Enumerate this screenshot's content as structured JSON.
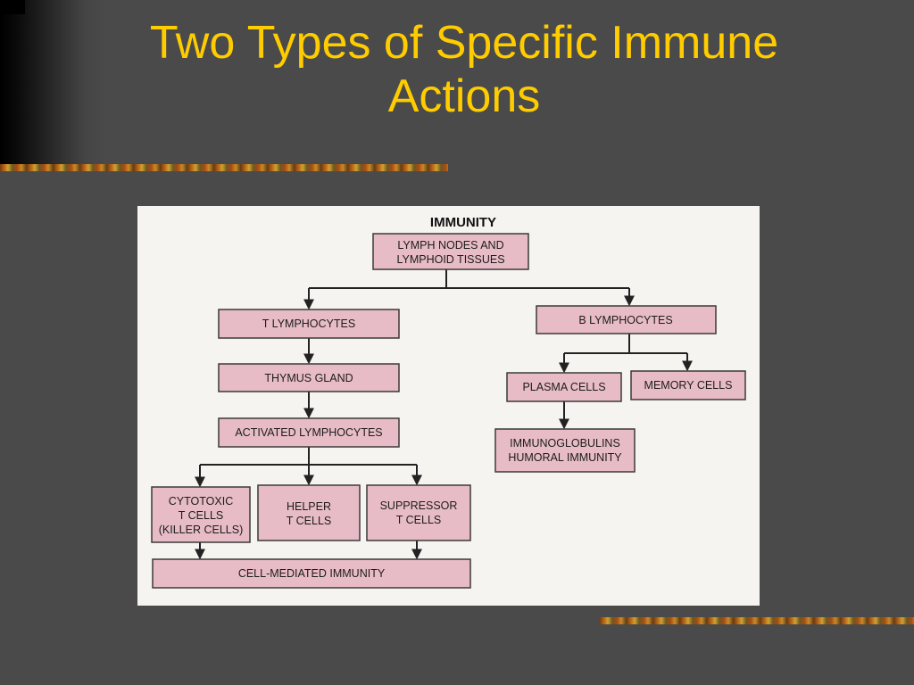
{
  "slide": {
    "title_line1": "Two Types of Specific Immune",
    "title_line2": "Actions"
  },
  "colors": {
    "background": "#4a4a4a",
    "title": "#ffcc00",
    "box_fill": "#e8bcc7",
    "figure_background": "#f6f4f1"
  },
  "diagram": {
    "heading": "IMMUNITY",
    "lymph_nodes": [
      "LYMPH NODES AND",
      "LYMPHOID TISSUES"
    ],
    "t_lymphocytes": "T LYMPHOCYTES",
    "b_lymphocytes": "B LYMPHOCYTES",
    "thymus_gland": "THYMUS GLAND",
    "plasma_cells": "PLASMA CELLS",
    "memory_cells": "MEMORY CELLS",
    "activated_lymphocytes": "ACTIVATED LYMPHOCYTES",
    "immunoglobulins": [
      "IMMUNOGLOBULINS",
      "HUMORAL IMMUNITY"
    ],
    "cytotoxic": [
      "CYTOTOXIC",
      "T CELLS",
      "(KILLER CELLS)"
    ],
    "helper": [
      "HELPER",
      "T CELLS"
    ],
    "suppressor": [
      "SUPPRESSOR",
      "T CELLS"
    ],
    "cell_mediated": "CELL-MEDIATED IMMUNITY"
  }
}
